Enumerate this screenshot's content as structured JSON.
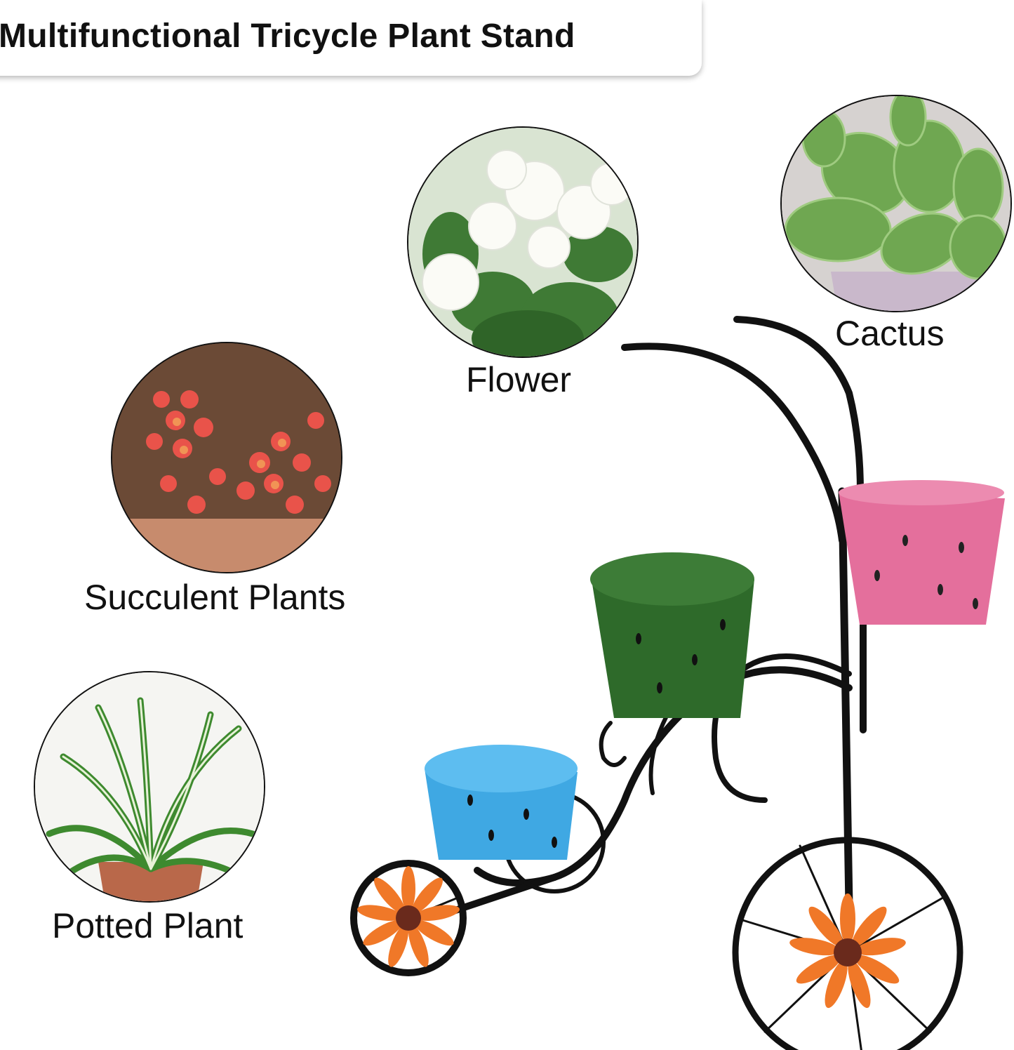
{
  "title": "Multifunctional Tricycle Plant Stand",
  "plant_types": [
    {
      "label": "Flower"
    },
    {
      "label": "Cactus"
    },
    {
      "label": "Succulent Plants"
    },
    {
      "label": "Potted Plant"
    }
  ],
  "product": {
    "name": "tricycle plant stand",
    "pots": [
      {
        "color": "#e46f9c",
        "position": "front"
      },
      {
        "color": "#2e6a2a",
        "position": "middle"
      },
      {
        "color": "#3fa8e3",
        "position": "back"
      }
    ],
    "frame_color": "#111111",
    "flower_accent_color": "#f07828"
  }
}
